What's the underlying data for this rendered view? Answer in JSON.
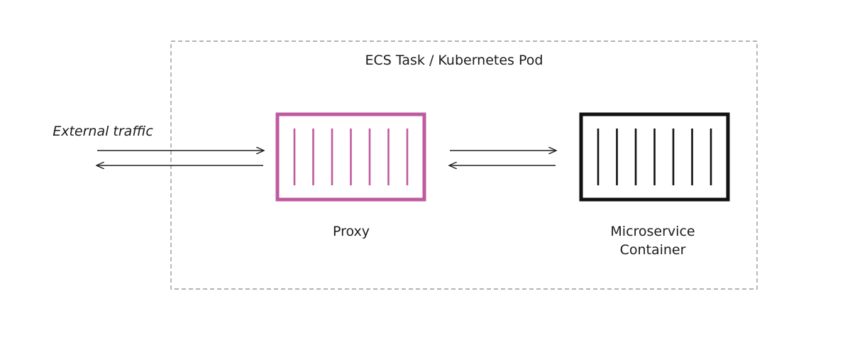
{
  "diagram": {
    "pod_title": "ECS Task / Kubernetes Pod",
    "external_label": "External traffic",
    "proxy": {
      "label": "Proxy",
      "color": "#c05aa0",
      "slats": 7
    },
    "microservice": {
      "label_line1": "Microservice",
      "label_line2": "Container",
      "color": "#111111",
      "slats": 7
    },
    "boundary_color": "#9a9a9a",
    "arrow_color": "#222222"
  }
}
